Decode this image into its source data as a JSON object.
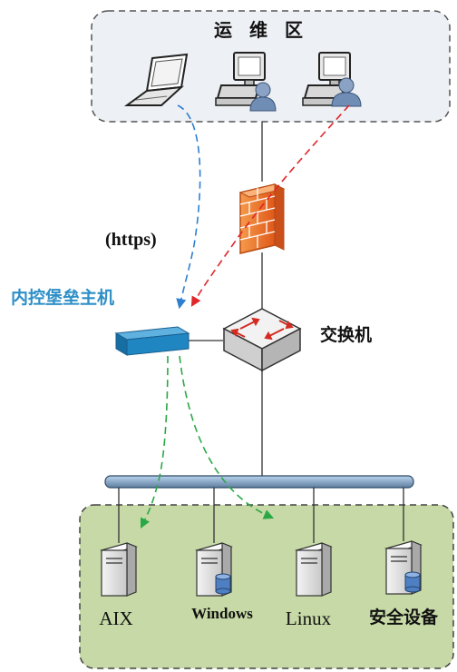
{
  "ops_zone": {
    "label": "运 维 区"
  },
  "protocol": {
    "label": "(https)"
  },
  "bastion": {
    "label": "内控堡垒主机"
  },
  "switch": {
    "label": "交换机"
  },
  "servers": [
    {
      "label": "AIX"
    },
    {
      "label": "Windows"
    },
    {
      "label": "Linux"
    },
    {
      "label": "安全设备"
    }
  ],
  "colors": {
    "ops_zone_bg": "#edf0f4",
    "server_zone_bg": "#c6d9a6",
    "blue_flow": "#2f7fd0",
    "red_flow": "#e0262a",
    "green_flow": "#2aa845",
    "bastion_label": "#2e8fc7",
    "bastion_body": "#1f86c2",
    "firewall": "#f07a2a"
  },
  "icons": [
    "laptop-icon",
    "workstation-user-icon",
    "workstation-user-icon",
    "firewall-icon",
    "bastion-host-icon",
    "switch-icon",
    "server-icon"
  ]
}
